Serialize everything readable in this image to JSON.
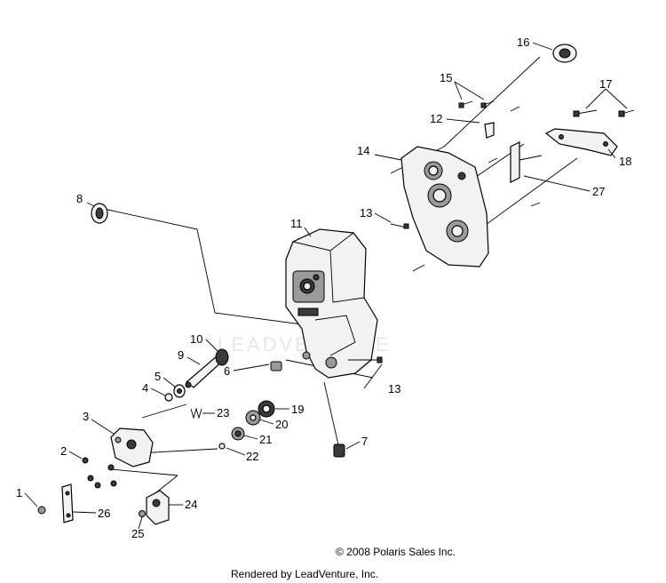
{
  "part_numbers": [
    "1",
    "2",
    "3",
    "4",
    "5",
    "6",
    "7",
    "8",
    "9",
    "10",
    "11",
    "12",
    "13",
    "13",
    "14",
    "15",
    "16",
    "17",
    "18",
    "19",
    "20",
    "21",
    "22",
    "23",
    "24",
    "25",
    "26",
    "27"
  ],
  "copyright": "© 2008 Polaris Sales Inc.",
  "rendered_by": "Rendered by LeadVenture, Inc.",
  "watermark": "LEADVENTURE"
}
